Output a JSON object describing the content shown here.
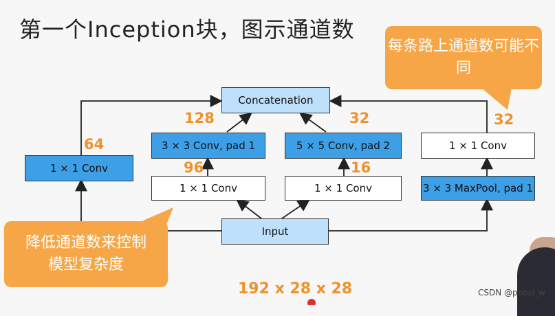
{
  "title": "第一个Inception块，图示通道数",
  "callout_top": "每条路上通道数可能不同",
  "callout_bottom": "降低通道数来控制模型复杂度",
  "nodes": {
    "concat": "Concatenation",
    "input": "Input",
    "b1_conv": "1 × 1 Conv",
    "b2_reduce": "1 × 1 Conv",
    "b2_conv": "3 × 3 Conv, pad 1",
    "b3_reduce": "1 × 1 Conv",
    "b3_conv": "5 × 5 Conv, pad 2",
    "b4_pool": "3 × 3 MaxPool, pad 1",
    "b4_conv": "1 × 1 Conv"
  },
  "channels": {
    "b1_out": "64",
    "b2_reduce_out": "96",
    "b2_out": "128",
    "b3_reduce_out": "16",
    "b3_out": "32",
    "b4_out": "32"
  },
  "input_dims": "192 x 28 x 28",
  "watermark": "CSDN @pepsi_w",
  "colors": {
    "blue": "#3d9fe6",
    "light_blue": "#bfe0fb",
    "orange": "#f0922b",
    "callout": "#f6a646"
  }
}
